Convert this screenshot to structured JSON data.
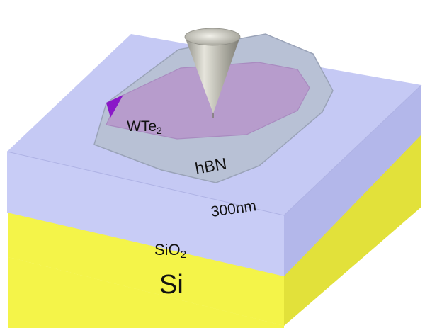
{
  "labels": {
    "wte2_main": "WTe",
    "wte2_sub": "2",
    "hbn": "hBN",
    "thickness": "300nm",
    "sio2_main": "SiO",
    "sio2_sub": "2",
    "si": "Si"
  },
  "colors": {
    "sio2_top": "#c5c9f4",
    "sio2_front": "#c8ccf6",
    "sio2_side": "#b3b7ea",
    "si_front": "#f4f449",
    "si_side": "#e2e13a",
    "hbn": "#b8c1d5",
    "hbn_edge": "#9aa3b8",
    "wte2": "#b79ccc",
    "wte2_edge": "#a98bc0",
    "tip": "#b9b8ad",
    "marker": "#8a18c8"
  },
  "icons": [
    "afm-tip-cone-icon",
    "wedge-marker-icon"
  ]
}
